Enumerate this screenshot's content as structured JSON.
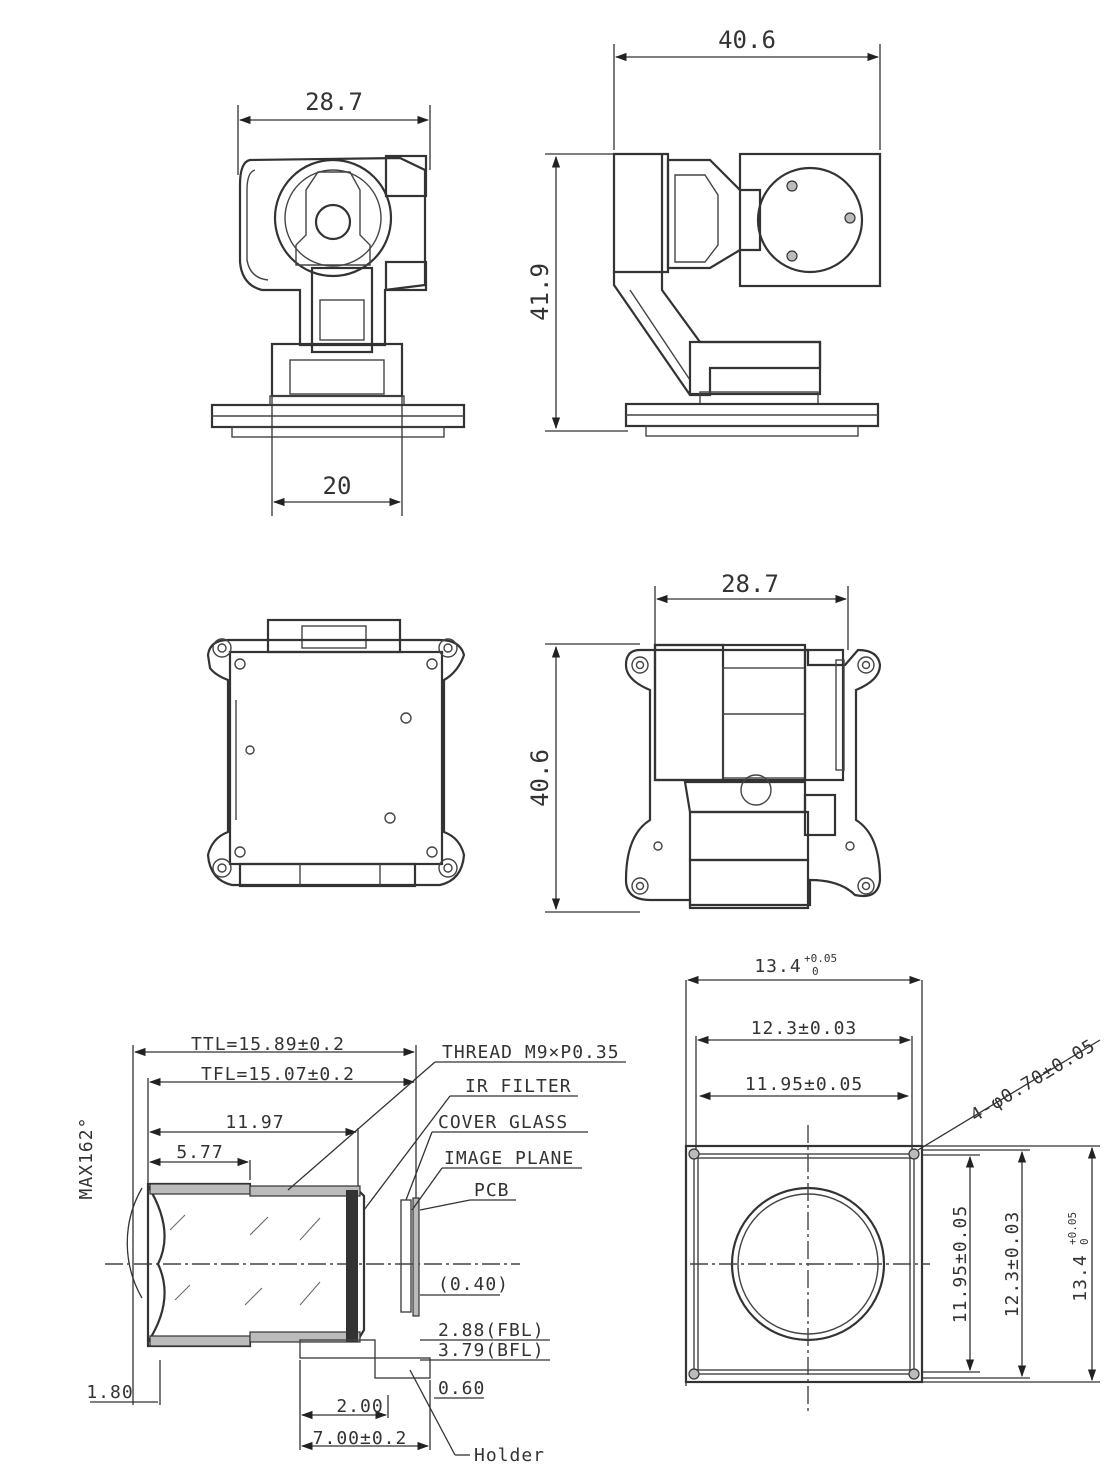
{
  "views": {
    "front": {
      "width": "28.7",
      "base": "20"
    },
    "side": {
      "width": "40.6",
      "height": "41.9"
    },
    "bottom": {},
    "top": {
      "width": "28.7",
      "height": "40.6"
    }
  },
  "lens": {
    "ttl": "TTL=15.89±0.2",
    "tfl": "TFL=15.07±0.2",
    "d1197": "11.97",
    "d577": "5.77",
    "fov": "MAX162°",
    "d180": "1.80",
    "d200": "2.00",
    "d700": "7.00±0.2",
    "d040": "(0.40)",
    "fbl": "2.88(FBL)",
    "bfl": "3.79(BFL)",
    "d060": "0.60",
    "callouts": [
      "THREAD M9×P0.35",
      "IR FILTER",
      "COVER GLASS",
      "IMAGE PLANE",
      "PCB"
    ],
    "holder": "Holder"
  },
  "sensor": {
    "w134": "13.4",
    "tol_plus": "+0.05",
    "tol_zero": "0",
    "w123": "12.3±0.03",
    "w1195": "11.95±0.05",
    "holes": "4-φ0.70±0.05",
    "h1195": "11.95±0.05",
    "h123": "12.3±0.03",
    "h134": "13.4"
  }
}
